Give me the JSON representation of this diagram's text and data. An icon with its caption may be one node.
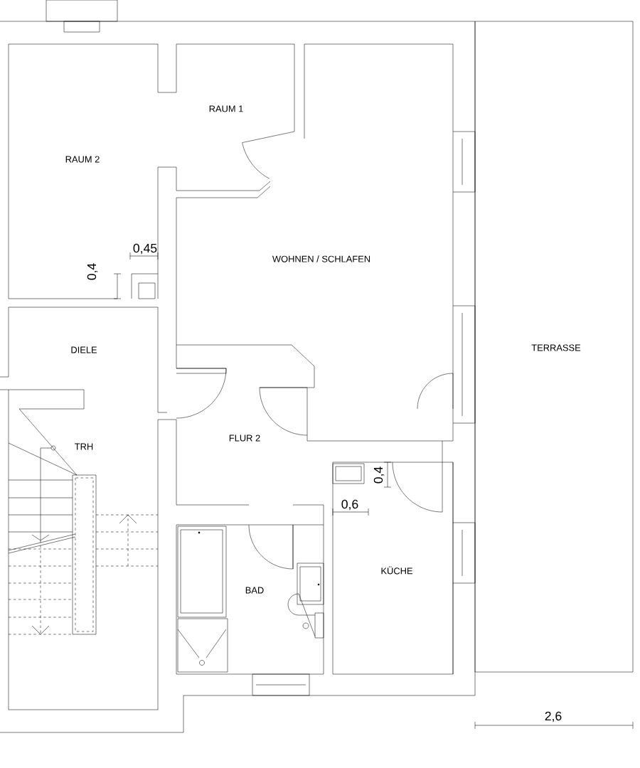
{
  "diagram": {
    "nodes": [
      {
        "text": [
          "RAUM 2"
        ]
      },
      {
        "text": [
          "RAUM 1"
        ]
      },
      {
        "text": [
          "WOHNEN / SCHLAFEN"
        ]
      },
      {
        "text": [
          "TERRASSE"
        ]
      },
      {
        "text": [
          "DIELE"
        ]
      },
      {
        "text": [
          "TRH"
        ]
      },
      {
        "text": [
          "FLUR 2"
        ]
      },
      {
        "text": [
          "BAD"
        ]
      },
      {
        "text": [
          "KÜCHE"
        ]
      }
    ],
    "labels": [
      "0,45",
      "0,4",
      "0,4",
      "0,6",
      "2,6"
    ]
  }
}
